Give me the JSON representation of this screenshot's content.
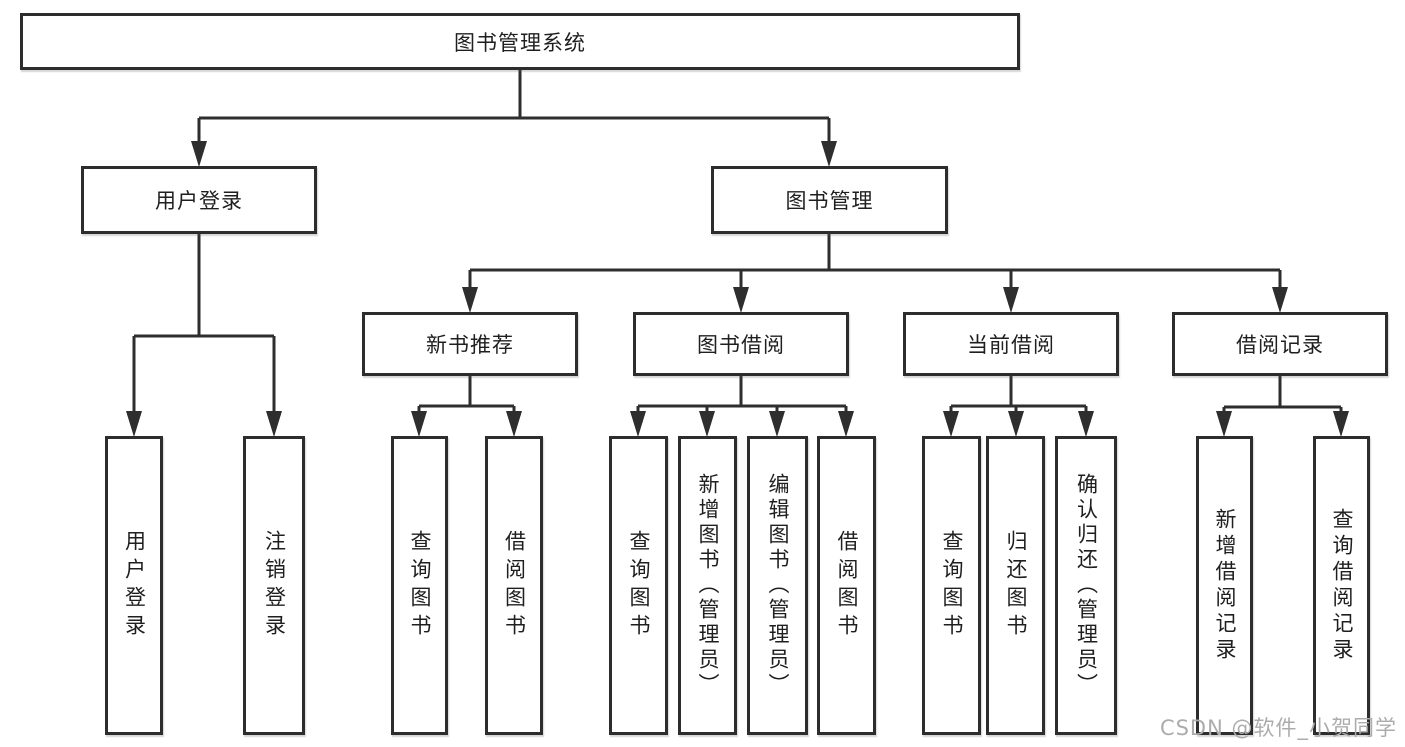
{
  "diagram": {
    "root": "图书管理系统",
    "branches": [
      {
        "label": "用户登录",
        "children": [
          "用户登录",
          "注销登录"
        ]
      },
      {
        "label": "图书管理",
        "modules": [
          {
            "label": "新书推荐",
            "children": [
              "查询图书",
              "借阅图书"
            ]
          },
          {
            "label": "图书借阅",
            "children": [
              "查询图书",
              "新增图书（管理员）",
              "编辑图书（管理员）",
              "借阅图书"
            ]
          },
          {
            "label": "当前借阅",
            "children": [
              "查询图书",
              "归还图书",
              "确认归还（管理员）"
            ]
          },
          {
            "label": "借阅记录",
            "children": [
              "新增借阅记录",
              "查询借阅记录"
            ]
          }
        ]
      }
    ]
  },
  "watermark": {
    "text": "CSDN @软件_小贺同学"
  },
  "colors": {
    "line": "#2e2e2e",
    "box_border": "#2d2d2d",
    "text": "#1f1f1f",
    "watermark": "#acacac",
    "background": "#ffffff"
  }
}
